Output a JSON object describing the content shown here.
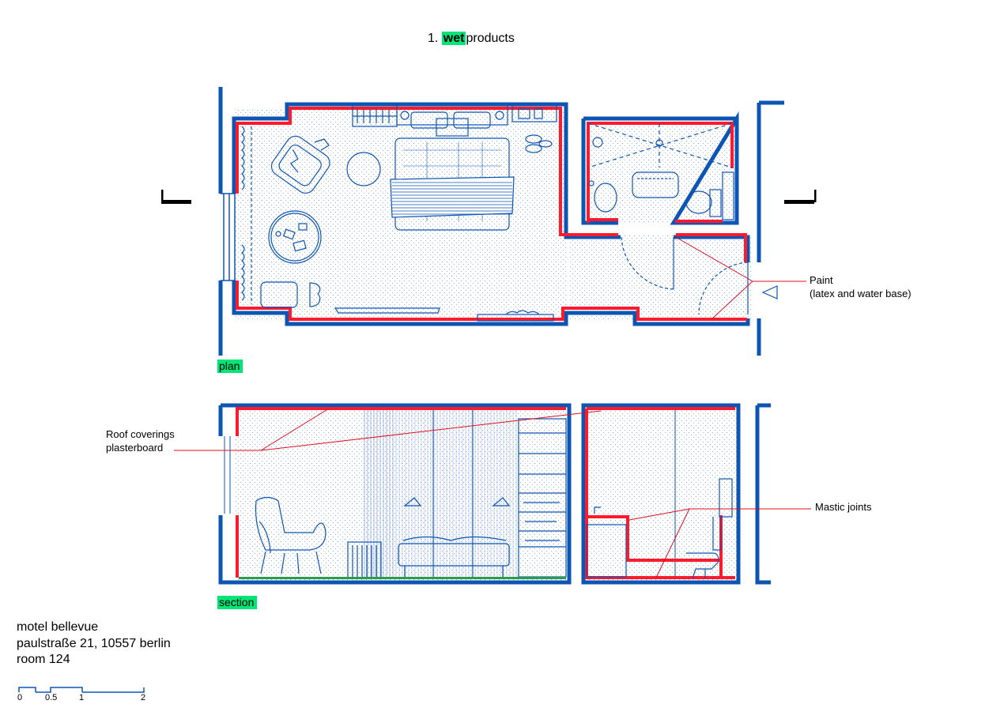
{
  "title": {
    "number": "1.",
    "highlight": "wet",
    "rest": "products"
  },
  "labels": {
    "plan": "plan",
    "section": "section"
  },
  "annotations": {
    "paint_1": "Paint",
    "paint_2": "(latex and water base)",
    "roof_1": "Roof coverings",
    "roof_2": "plasterboard",
    "mastic": "Mastic joints"
  },
  "address": {
    "name": "motel bellevue",
    "street": "paulstraße 21, 10557 berlin",
    "room": "room 124"
  },
  "scale": [
    "0",
    "0.5",
    "1",
    "2"
  ],
  "colors": {
    "wall": "#0d55b3",
    "highlight_wall": "#ff1a2e",
    "leader": "#e01020",
    "tag": "#00e676",
    "hatch": "#7a9ccc"
  }
}
